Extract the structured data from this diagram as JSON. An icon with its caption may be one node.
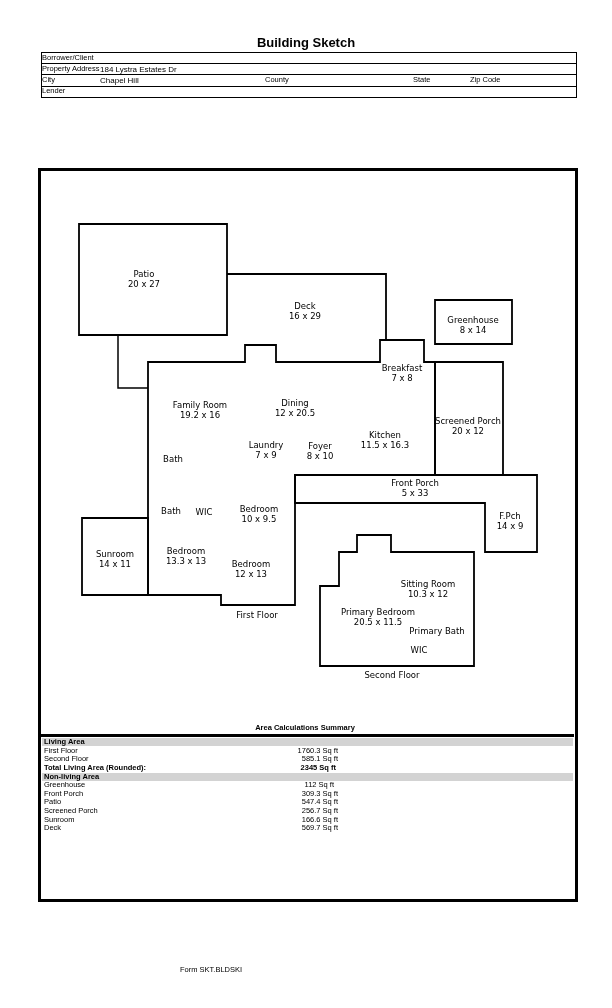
{
  "diagram": {
    "title": "Building Sketch",
    "nodes": [
      {
        "text": [
          "Patio 20 x 27"
        ]
      },
      {
        "text": [
          "Deck 16 x 29"
        ]
      },
      {
        "text": [
          "Greenhouse 8 x 14"
        ]
      },
      {
        "text": [
          "Breakfast 7 x 8",
          "Family Room 19.2 x 16",
          "Dining 12 x 20.5",
          "Laundry 7 x 9",
          "Foyer 8 x 10",
          "Kitchen 11.5 x 16.3",
          "Bath",
          "Bath",
          "WIC",
          "Bedroom 10 x 9.5",
          "Bedroom 13.3 x 13",
          "Bedroom 12 x 13"
        ],
        "beside": [
          "First Floor"
        ]
      },
      {
        "text": [
          "Screened Porch 20 x 12"
        ]
      },
      {
        "text": [
          "Front Porch 5 x 33",
          "F.Pch 14 x 9"
        ]
      },
      {
        "text": [
          "Sunroom 14 x 11"
        ]
      },
      {
        "text": [
          "Sitting Room 10.3 x 12",
          "Primary Bedroom 20.5 x 11.5",
          "Primary Bath",
          "WIC"
        ],
        "beside": [
          "Second Floor"
        ]
      }
    ],
    "edges": [],
    "labels": [
      "Borrower/Client",
      "Property Address",
      "184 Lystra Estates Dr",
      "City",
      "Chapel Hill",
      "County",
      "State",
      "Zip Code",
      "Lender",
      "Area Calculations Summary",
      "Living Area",
      "First Floor",
      "1760.3 Sq ft",
      "Second Floor",
      "585.1 Sq ft",
      "Total Living Area (Rounded):",
      "2345 Sq ft",
      "Non-living Area",
      "Greenhouse",
      "112 Sq ft",
      "Front Porch",
      "309.3 Sq ft",
      "Patio",
      "547.4 Sq ft",
      "Screened Porch",
      "256.7 Sq ft",
      "Sunroom",
      "166.6 Sq ft",
      "Deck",
      "569.7 Sq ft",
      "Form SKT.BLDSKI"
    ]
  }
}
